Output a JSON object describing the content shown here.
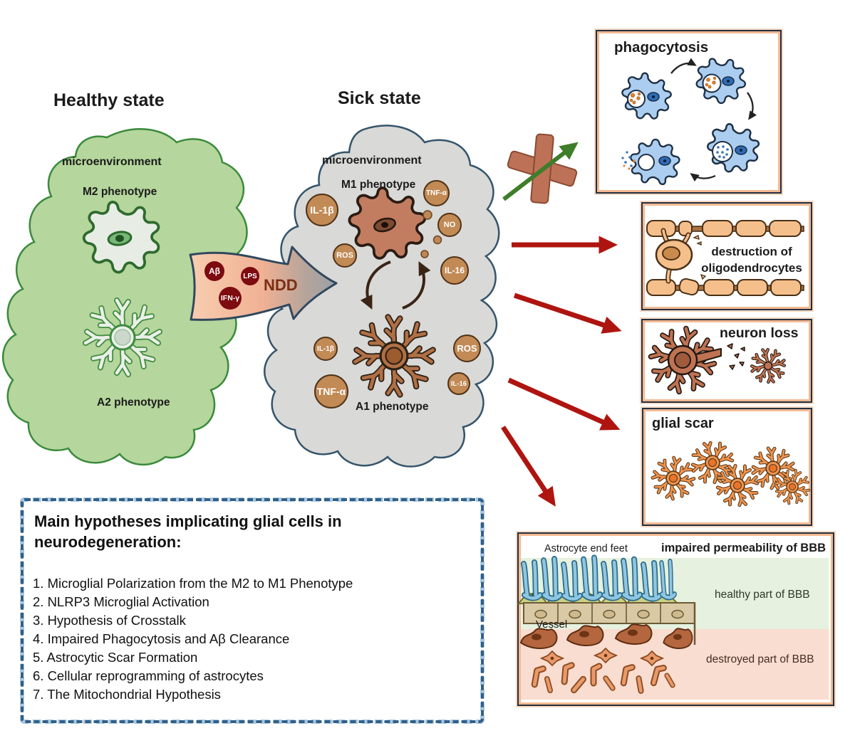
{
  "headers": {
    "healthy": "Healthy state",
    "sick": "Sick state"
  },
  "healthy_blob": {
    "microenvironment": "microenvironment",
    "m2_label": "M2 phenotype",
    "a2_label": "A2 phenotype"
  },
  "sick_blob": {
    "microenvironment": "microenvironment",
    "m1_label": "M1 phenotype",
    "a1_label": "A1 phenotype",
    "cytokines_upper": [
      "IL-1β",
      "TNF-α",
      "NO",
      "ROS",
      "IL-16"
    ],
    "cytokines_lower": [
      "IL-1β",
      "TNF-α",
      "ROS",
      "IL-16"
    ]
  },
  "ndd_arrow": {
    "label": "NDD",
    "factors": [
      "Aβ",
      "LPS",
      "IFN-γ"
    ]
  },
  "panels": {
    "phagocytosis": {
      "title": "phagocytosis"
    },
    "oligodendrocytes": {
      "title": "destruction of\noligodendrocytes"
    },
    "neuron_loss": {
      "title": "neuron loss"
    },
    "glial_scar": {
      "title": "glial scar"
    },
    "bbb": {
      "title": "impaired permeability of BBB",
      "astrocyte_label": "Astrocyte end feet",
      "vessel_label": "Vessel",
      "healthy_label": "healthy part of BBB",
      "destroyed_label": "destroyed part of BBB"
    }
  },
  "hypotheses_box": {
    "title": "Main hypotheses implicating glial cells in\nneurodegeneration:",
    "items": [
      "1. Microglial Polarization from the M2 to M1 Phenotype",
      "2. NLRP3 Microglial Activation",
      "3. Hypothesis of Crosstalk",
      "4. Impaired Phagocytosis and Aβ Clearance",
      "5. Astrocytic Scar Formation",
      "6. Cellular reprogramming of astrocytes",
      "7. The Mitochondrial Hypothesis"
    ]
  },
  "colors": {
    "healthy_green": "#b5d69c",
    "sick_gray": "#d9d9d7",
    "arrow_red": "#ae1510",
    "blocked_green": "#3e7d2a",
    "cytokine_tan": "#c28a55",
    "factor_dark_red": "#7d0b10",
    "panel_border": "#223041",
    "panel_accent": "#f3b992",
    "dashed_border": "#30608a"
  }
}
